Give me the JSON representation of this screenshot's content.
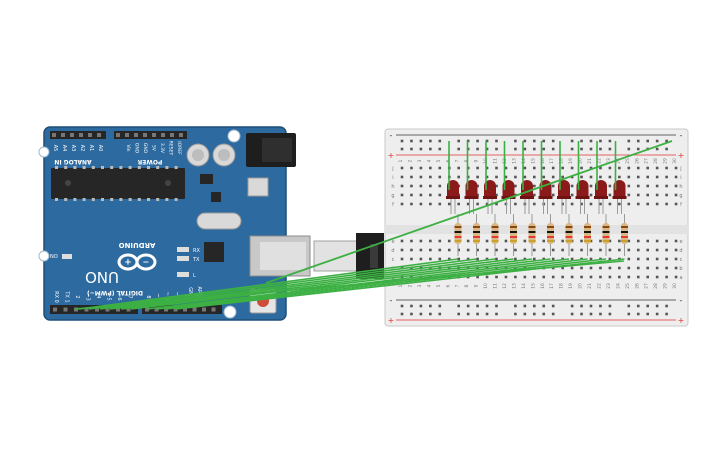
{
  "arduino": {
    "brand": "ARDUINO",
    "model": "UNO",
    "on_label": "ON",
    "tx_label": "TX",
    "rx_label": "RX",
    "l_label": "L",
    "analog_label": "ANALOG IN",
    "power_label": "POWER",
    "digital_label": "DIGITAL (PWM~)",
    "aref_label": "AREF",
    "gnd_label": "GND",
    "analog_pins": [
      "A5",
      "A4",
      "A3",
      "A2",
      "A1",
      "A0"
    ],
    "power_pins": [
      "Vin",
      "GND",
      "GND",
      "5V",
      "3.3V",
      "RESET",
      "IOREF"
    ],
    "digital_pins": [
      "RX 0",
      "TX 1",
      "2",
      "~3",
      "4",
      "~5",
      "~6",
      "7",
      "8",
      "~9",
      "~10",
      "~11",
      "12",
      "13"
    ]
  },
  "breadboard": {
    "column_count": 30,
    "row_letters_top": [
      "j",
      "i",
      "h",
      "g",
      "f"
    ],
    "row_letters_bottom": [
      "e",
      "d",
      "c",
      "b",
      "a"
    ],
    "plus_label": "+",
    "minus_label": "-"
  },
  "components": {
    "led_count": 10,
    "led_color": "#8b1a1a",
    "resistor_count": 10,
    "wire_color": "#3cb043"
  },
  "colors": {
    "board_blue": "#2d6a9f",
    "board_edge": "#1f4f78",
    "breadboard_bg": "#eeeeee",
    "rail_red": "#e03030",
    "rail_blue": "#333333"
  }
}
